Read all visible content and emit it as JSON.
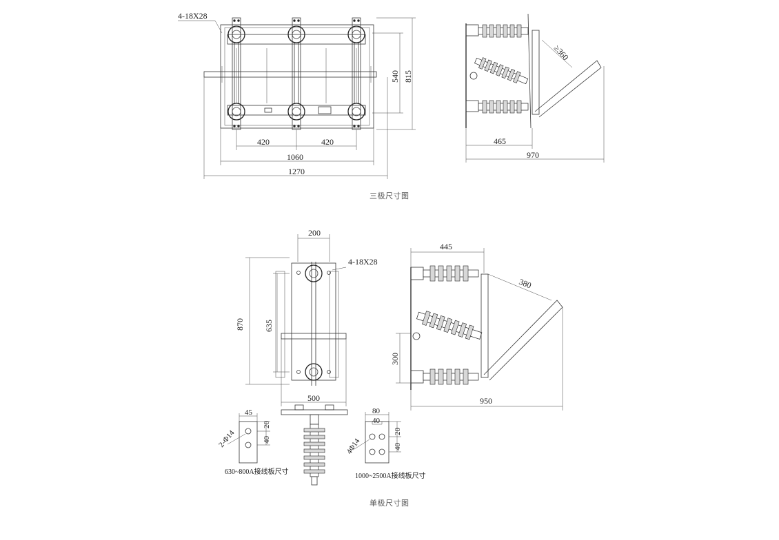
{
  "three_pole": {
    "caption": "三极尺寸图",
    "front": {
      "bolt_note": "4-18X28",
      "dim_pitch_left": "420",
      "dim_pitch_right": "420",
      "dim_mount": "1060",
      "dim_overall": "1270",
      "dim_540": "540",
      "dim_815": "815"
    },
    "side": {
      "dim_angle": "≥360",
      "dim_465": "465",
      "dim_970": "970"
    }
  },
  "single_pole": {
    "caption": "单极尺寸图",
    "front": {
      "dim_200": "200",
      "bolt_note": "4-18X28",
      "dim_870": "870",
      "dim_635": "635",
      "dim_500": "500"
    },
    "side": {
      "dim_445": "445",
      "dim_380": "380",
      "dim_300": "300",
      "dim_950": "950"
    },
    "plate_small": {
      "dim_45": "45",
      "dim_20": "20",
      "dim_40": "40",
      "hole_note": "2-Φ14",
      "label": "630~800A接线板尺寸"
    },
    "plate_large": {
      "dim_80": "80",
      "dim_40_top": "40",
      "dim_20": "20",
      "dim_40": "40",
      "hole_note": "4Φ14",
      "label": "1000~2500A接线板尺寸"
    }
  },
  "colors": {
    "line": "#333333",
    "caption": "#555555",
    "background": "#ffffff"
  }
}
